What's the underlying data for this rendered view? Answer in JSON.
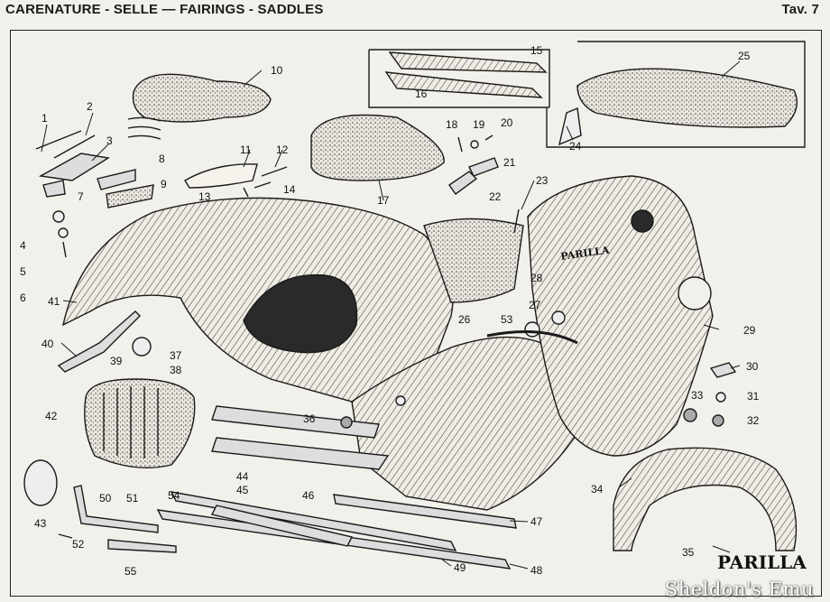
{
  "header": {
    "title": "CARENATURE - SELLE — FAIRINGS - SADDLES",
    "plate": "Tav. 7"
  },
  "brand_marks": [
    "PARILLA",
    "PARILLA"
  ],
  "watermark": "Sheldon's Emu",
  "parts": [
    "1",
    "2",
    "3",
    "4",
    "5",
    "6",
    "7",
    "8",
    "9",
    "10",
    "11",
    "12",
    "13",
    "14",
    "15",
    "16",
    "17",
    "18",
    "19",
    "20",
    "21",
    "22",
    "23",
    "24",
    "25",
    "26",
    "27",
    "28",
    "29",
    "30",
    "31",
    "32",
    "33",
    "34",
    "35",
    "36",
    "37",
    "38",
    "39",
    "40",
    "41",
    "42",
    "43",
    "44",
    "45",
    "46",
    "47",
    "48",
    "49",
    "50",
    "51",
    "52",
    "53",
    "54",
    "55"
  ]
}
